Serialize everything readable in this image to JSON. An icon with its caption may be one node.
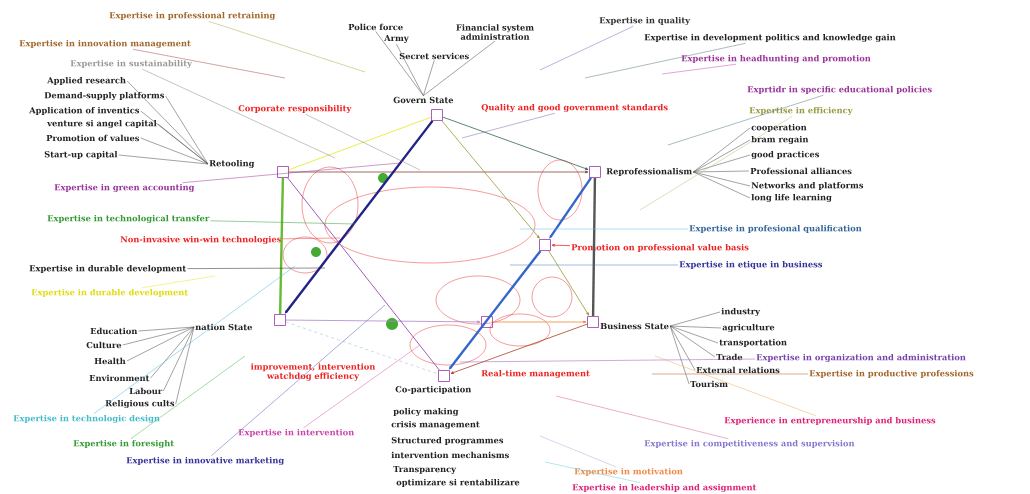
{
  "diagram": {
    "nodes": [
      {
        "text": [
          "Govern State"
        ]
      },
      {
        "text": [],
        "shape": "box"
      },
      {
        "text": [
          "Retooling"
        ]
      },
      {
        "text": [],
        "shape": "box"
      },
      {
        "text": [
          "Reprofessionalism"
        ]
      },
      {
        "text": [],
        "shape": "box"
      },
      {
        "text": [
          "nation State"
        ]
      },
      {
        "text": [],
        "shape": "box"
      },
      {
        "text": [
          "Business State"
        ]
      },
      {
        "text": [],
        "shape": "box"
      },
      {
        "text": [
          "Co-participation"
        ]
      },
      {
        "text": [],
        "shape": "box"
      },
      {
        "text": [],
        "shape": "box"
      },
      {
        "text": [],
        "shape": "box"
      },
      {
        "text": [
          "Police force"
        ]
      },
      {
        "text": [
          "Army"
        ]
      },
      {
        "text": [
          "Financial system administration"
        ]
      },
      {
        "text": [
          "Secret services"
        ]
      },
      {
        "text": [
          "Applied research"
        ]
      },
      {
        "text": [
          "Demand-supply platforms"
        ]
      },
      {
        "text": [
          "Application of inventics"
        ]
      },
      {
        "text": [
          "venture si angel capital"
        ]
      },
      {
        "text": [
          "Promotion of values"
        ]
      },
      {
        "text": [
          "Start-up capital"
        ]
      },
      {
        "text": [
          "cooperation"
        ]
      },
      {
        "text": [
          "bram regain"
        ]
      },
      {
        "text": [
          "good practices"
        ]
      },
      {
        "text": [
          "Professional alliances"
        ]
      },
      {
        "text": [
          "Networks and platforms"
        ]
      },
      {
        "text": [
          "long life learning"
        ]
      },
      {
        "text": [
          "Education"
        ]
      },
      {
        "text": [
          "Culture"
        ]
      },
      {
        "text": [
          "Health"
        ]
      },
      {
        "text": [
          "Environment"
        ]
      },
      {
        "text": [
          "Labour"
        ]
      },
      {
        "text": [
          "Religious cults"
        ]
      },
      {
        "text": [
          "industry"
        ]
      },
      {
        "text": [
          "agriculture"
        ]
      },
      {
        "text": [
          "transportation"
        ]
      },
      {
        "text": [
          "Trade"
        ]
      },
      {
        "text": [
          "External relations"
        ]
      },
      {
        "text": [
          "Tourism"
        ]
      },
      {
        "text": [
          "policy making"
        ]
      },
      {
        "text": [
          "crisis management"
        ]
      },
      {
        "text": [
          "Structured programmes"
        ]
      },
      {
        "text": [
          "intervention mechanisms"
        ]
      },
      {
        "text": [
          "Transparency"
        ]
      },
      {
        "text": [
          "optimizare si rentabilizare"
        ]
      },
      {
        "text": [
          "Expertise in professional retraining"
        ]
      },
      {
        "text": [
          "Expertise in quality"
        ]
      },
      {
        "text": [
          "Expertise in development politics and knowledge gain"
        ]
      },
      {
        "text": [
          "Expertise in innovation management"
        ]
      },
      {
        "text": [
          "Expertise in headhunting and promotion"
        ]
      },
      {
        "text": [
          "Expertise in sustainability"
        ]
      },
      {
        "text": [
          "Exprtidr in specific educational policies"
        ]
      },
      {
        "text": [
          "Corporate responsibility"
        ]
      },
      {
        "text": [
          "Quality and good government standards"
        ]
      },
      {
        "text": [
          "Expertise in efficiency"
        ]
      },
      {
        "text": [
          "Expertise in green accounting"
        ]
      },
      {
        "text": [
          "Expertise in technological transfer"
        ]
      },
      {
        "text": [
          "Non-invasive win-win technologies"
        ]
      },
      {
        "text": [
          "Expertise in profesional qualification"
        ]
      },
      {
        "text": [
          "Promotion on professional value basis"
        ]
      },
      {
        "text": [
          "Expertise in etique in business"
        ]
      },
      {
        "text": [
          "Expertise in durable development"
        ]
      },
      {
        "text": [
          "Expertise in durable development"
        ]
      },
      {
        "text": [
          "Expertise in organization and administration"
        ]
      },
      {
        "text": [
          "Expertise in productive professions"
        ]
      },
      {
        "text": [
          "Expertise in technologic design"
        ]
      },
      {
        "text": [
          "Experience in entrepreneurship and business"
        ]
      },
      {
        "text": [
          "Expertise in intervention"
        ]
      },
      {
        "text": [
          "Expertise in foresight"
        ]
      },
      {
        "text": [
          "Expertise in competitiveness and supervision"
        ]
      },
      {
        "text": [
          "Expertise in innovative marketing"
        ]
      },
      {
        "text": [
          "Expertise in motivation"
        ]
      },
      {
        "text": [
          "Expertise in leadership and assignment"
        ]
      }
    ],
    "edges": [
      {
        "from": 3,
        "to": 5,
        "arrow": "to",
        "color": "#884433"
      },
      {
        "from": 1,
        "to": 3,
        "arrow": "none",
        "color": "#e6e622"
      },
      {
        "from": 1,
        "to": 5,
        "arrow": "to",
        "color": "#336655"
      },
      {
        "from": 3,
        "to": 7,
        "arrow": "none",
        "color": "#66bb33",
        "style": "thick"
      },
      {
        "from": 5,
        "to": 9,
        "arrow": "none",
        "color": "#555555",
        "style": "thick"
      },
      {
        "from": 7,
        "to": 13,
        "arrow": "to",
        "color": "#aa88cc"
      },
      {
        "from": 13,
        "to": 9,
        "arrow": "to",
        "color": "#ee8833"
      },
      {
        "from": 7,
        "to": 11,
        "arrow": "none",
        "color": "#66aacc",
        "style": "dashed"
      },
      {
        "from": 9,
        "to": 11,
        "arrow": "to",
        "color": "#aa4422"
      },
      {
        "from": 1,
        "to": 7,
        "arrow": "to",
        "color": "#222288",
        "style": "thick"
      },
      {
        "from": 1,
        "to": 12,
        "arrow": "to",
        "color": "#999933"
      },
      {
        "from": 12,
        "to": 9,
        "arrow": "to",
        "color": "#999933"
      },
      {
        "from": 5,
        "to": 12,
        "arrow": "to",
        "color": "#3366cc",
        "style": "thick"
      },
      {
        "from": 12,
        "to": 11,
        "arrow": "to",
        "color": "#3366cc",
        "style": "thick"
      },
      {
        "from": 3,
        "to": 11,
        "arrow": "none",
        "color": "#8833aa"
      },
      {
        "from": 62,
        "to": 12,
        "arrow": "to",
        "color": "#ee3333"
      },
      {
        "from": 14,
        "to": 0,
        "arrow": "none"
      },
      {
        "from": 15,
        "to": 0,
        "arrow": "none"
      },
      {
        "from": 16,
        "to": 0,
        "arrow": "none"
      },
      {
        "from": 17,
        "to": 0,
        "arrow": "none"
      },
      {
        "from": 18,
        "to": 2,
        "arrow": "none"
      },
      {
        "from": 19,
        "to": 2,
        "arrow": "none"
      },
      {
        "from": 20,
        "to": 2,
        "arrow": "none"
      },
      {
        "from": 21,
        "to": 2,
        "arrow": "none"
      },
      {
        "from": 22,
        "to": 2,
        "arrow": "none"
      },
      {
        "from": 23,
        "to": 2,
        "arrow": "none"
      },
      {
        "from": 24,
        "to": 4,
        "arrow": "none"
      },
      {
        "from": 25,
        "to": 4,
        "arrow": "none"
      },
      {
        "from": 26,
        "to": 4,
        "arrow": "none"
      },
      {
        "from": 27,
        "to": 4,
        "arrow": "none"
      },
      {
        "from": 28,
        "to": 4,
        "arrow": "none"
      },
      {
        "from": 29,
        "to": 4,
        "arrow": "none"
      },
      {
        "from": 30,
        "to": 6,
        "arrow": "none"
      },
      {
        "from": 31,
        "to": 6,
        "arrow": "none"
      },
      {
        "from": 32,
        "to": 6,
        "arrow": "none"
      },
      {
        "from": 33,
        "to": 6,
        "arrow": "none"
      },
      {
        "from": 34,
        "to": 6,
        "arrow": "none"
      },
      {
        "from": 35,
        "to": 6,
        "arrow": "none"
      },
      {
        "from": 36,
        "to": 8,
        "arrow": "none"
      },
      {
        "from": 37,
        "to": 8,
        "arrow": "none"
      },
      {
        "from": 38,
        "to": 8,
        "arrow": "none"
      },
      {
        "from": 39,
        "to": 8,
        "arrow": "none"
      },
      {
        "from": 40,
        "to": 8,
        "arrow": "none"
      },
      {
        "from": 41,
        "to": 8,
        "arrow": "none"
      },
      {
        "from": 48,
        "to": null,
        "arrow": "none",
        "color": "#aaaa44"
      },
      {
        "from": 49,
        "to": null,
        "arrow": "none",
        "color": "#7766bb"
      },
      {
        "from": 50,
        "to": null,
        "arrow": "none",
        "color": "#557777"
      },
      {
        "from": 51,
        "to": null,
        "arrow": "none",
        "color": "#aa4444"
      },
      {
        "from": 52,
        "to": null,
        "arrow": "none",
        "color": "#cc44aa"
      },
      {
        "from": 53,
        "to": null,
        "arrow": "none",
        "color": "#888888"
      },
      {
        "from": 54,
        "to": null,
        "arrow": "none",
        "color": "#557777"
      },
      {
        "from": 55,
        "to": null,
        "arrow": "none",
        "color": "#888888"
      },
      {
        "from": 56,
        "to": null,
        "arrow": "none",
        "color": "#7766bb"
      },
      {
        "from": 57,
        "to": null,
        "arrow": "none",
        "color": "#bbbb77"
      },
      {
        "from": 58,
        "to": null,
        "arrow": "none",
        "color": "#993399"
      },
      {
        "from": 59,
        "to": null,
        "arrow": "none",
        "color": "#339933"
      },
      {
        "from": 60,
        "to": null,
        "arrow": "none",
        "color": "#ee3333"
      },
      {
        "from": 61,
        "to": null,
        "arrow": "none",
        "color": "#66bbee"
      },
      {
        "from": 63,
        "to": null,
        "arrow": "none",
        "color": "#4477bb"
      },
      {
        "from": 64,
        "to": null,
        "arrow": "none",
        "color": "#222222"
      },
      {
        "from": 65,
        "to": null,
        "arrow": "none",
        "color": "#e6e622"
      },
      {
        "from": 66,
        "to": null,
        "arrow": "none",
        "color": "#9955bb"
      },
      {
        "from": 67,
        "to": null,
        "arrow": "none",
        "color": "#aa5522"
      },
      {
        "from": 68,
        "to": null,
        "arrow": "none",
        "color": "#44bbdd"
      },
      {
        "from": 69,
        "to": null,
        "arrow": "none",
        "color": "#eeaa66"
      },
      {
        "from": 70,
        "to": null,
        "arrow": "none",
        "color": "#dd55aa"
      },
      {
        "from": 71,
        "to": null,
        "arrow": "none",
        "color": "#44bb44"
      },
      {
        "from": 72,
        "to": null,
        "arrow": "none",
        "color": "#dd5599"
      },
      {
        "from": 73,
        "to": null,
        "arrow": "none",
        "color": "#5555bb"
      },
      {
        "from": 74,
        "to": null,
        "arrow": "none",
        "color": "#aaaadd"
      },
      {
        "from": 75,
        "to": null,
        "arrow": "none",
        "color": "#66ccdd"
      }
    ],
    "labels": [
      "improvement, intervention watchdog efficiency",
      "Real-time management"
    ]
  }
}
